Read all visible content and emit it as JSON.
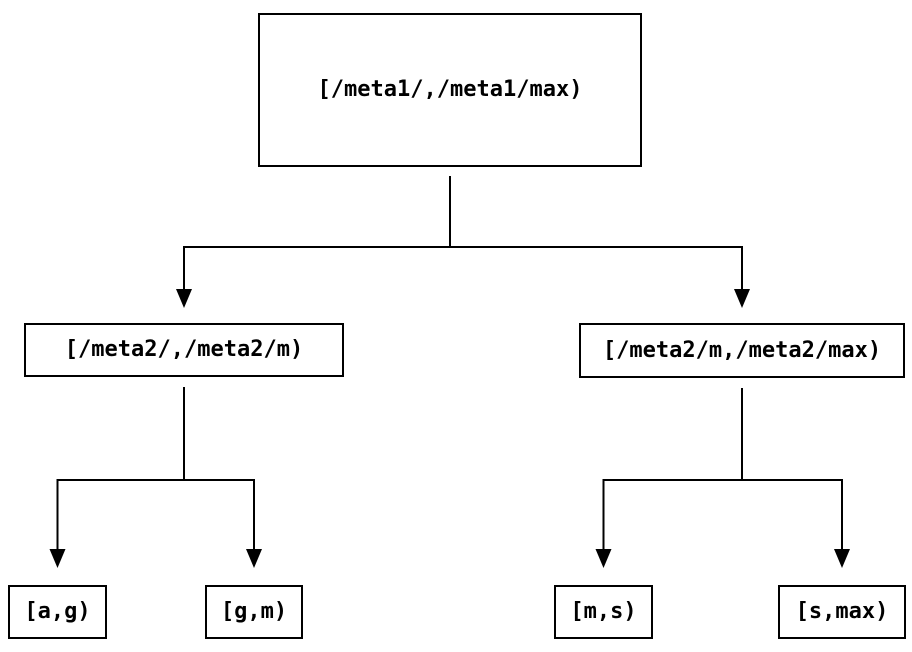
{
  "diagram": {
    "type": "binary-tree",
    "colors": {
      "background": "#ffffff",
      "line": "#000000",
      "text": "#000000",
      "node_border": "#000000",
      "node_fill": "#ffffff"
    },
    "nodes": {
      "root": {
        "label": "[/meta1/,/meta1/max)"
      },
      "meta2_left": {
        "label": "[/meta2/,/meta2/m)"
      },
      "meta2_right": {
        "label": "[/meta2/m,/meta2/max)"
      },
      "leaf_ag": {
        "label": "[a,g)"
      },
      "leaf_gm": {
        "label": "[g,m)"
      },
      "leaf_ms": {
        "label": "[m,s)"
      },
      "leaf_smax": {
        "label": "[s,max)"
      }
    },
    "edges": [
      {
        "from": "root",
        "to": "meta2_left"
      },
      {
        "from": "root",
        "to": "meta2_right"
      },
      {
        "from": "meta2_left",
        "to": "leaf_ag"
      },
      {
        "from": "meta2_left",
        "to": "leaf_gm"
      },
      {
        "from": "meta2_right",
        "to": "leaf_ms"
      },
      {
        "from": "meta2_right",
        "to": "leaf_smax"
      }
    ]
  }
}
